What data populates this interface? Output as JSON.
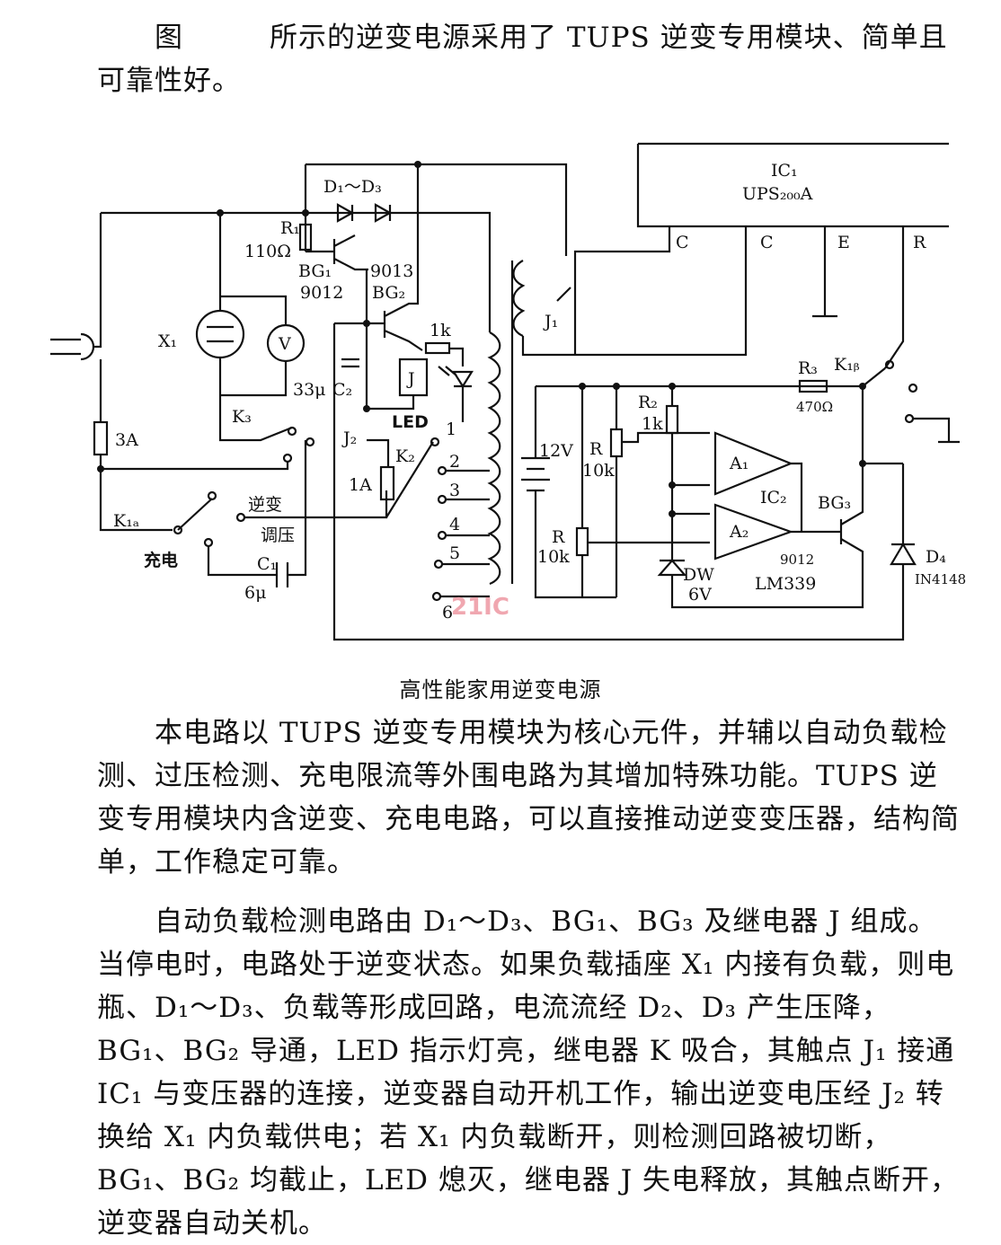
{
  "intro": {
    "word_fig": "图",
    "text": "所示的逆变电源采用了 TUPS 逆变专用模块、简单且可靠性好。"
  },
  "caption": "高性能家用逆变电源",
  "body": [
    "本电路以 TUPS 逆变专用模块为核心元件，并辅以自动负载检测、过压检测、充电限流等外围电路为其增加特殊功能。TUPS 逆变专用模块内含逆变、充电电路，可以直接推动逆变变压器，结构简单，工作稳定可靠。",
    "自动负载检测电路由 D₁～D₃、BG₁、BG₃ 及继电器 J 组成。当停电时，电路处于逆变状态。如果负载插座 X₁ 内接有负载，则电瓶、D₁～D₃、负载等形成回路，电流流经 D₂、D₃ 产生压降，BG₁、BG₂ 导通，LED 指示灯亮，继电器 K 吸合，其触点 J₁ 接通 IC₁ 与变压器的连接，逆变器自动开机工作，输出逆变电压经 J₂ 转换给 X₁ 内负载供电；若 X₁ 内负载断开，则检测回路被切断，BG₁、BG₂ 均截止，LED 熄灭，继电器 J 失电释放，其触点断开，逆变器自动关机。"
  ],
  "schematic": {
    "ic1_name": "IC₁",
    "ic1_model": "UPS₂₀₀A",
    "ic1_pins": [
      "C",
      "C",
      "E",
      "R"
    ],
    "d1_d3": "D₁～D₃",
    "r1": "R₁",
    "r1_val": "110Ω",
    "bg1": "BG₁",
    "bg1_model": "9012",
    "bg2": "BG₂",
    "bg2_model": "9013",
    "x1": "X₁",
    "v_meter": "V",
    "c2": "C₂",
    "c2_val": "33μ",
    "r_1k": "1k",
    "relay_j": "J",
    "led": "LED",
    "fuse": "3A",
    "k3": "K₃",
    "j2": "J₂",
    "k2": "K₂",
    "r_1a": "1A",
    "k1a": "K₁ₐ",
    "inverter": "逆变",
    "regulate": "调压",
    "charge": "充电",
    "c1": "C₁",
    "c1_val": "6μ",
    "taps": [
      "1",
      "2",
      "3",
      "4",
      "5",
      "6"
    ],
    "j1": "J₁",
    "battery": "12V",
    "r_pot1": "R",
    "r_pot1_val": "10k",
    "r_pot2": "R",
    "r_pot2_val": "10k",
    "r2": "R₂",
    "r2_val": "1k",
    "a1": "A₁",
    "a2": "A₂",
    "ic2": "IC₂",
    "ic2_model": "LM339",
    "dw": "DW",
    "dw_val": "6V",
    "r3": "R₃",
    "r3_val": "470Ω",
    "k1b": "K₁ᵦ",
    "bg3": "BG₃",
    "bg3_model": "9012",
    "d4": "D₄",
    "d4_model": "IN4148",
    "watermark": "21IC"
  }
}
